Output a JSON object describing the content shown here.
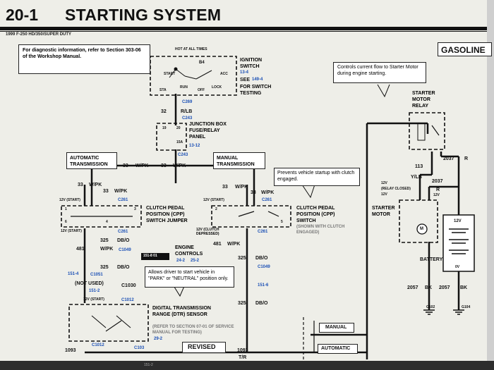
{
  "header": {
    "section_number": "20-1",
    "title": "STARTING SYSTEM",
    "vehicle": "1999 F-250 HD/350/SUPER DUTY",
    "engine_badge": "GASOLINE"
  },
  "notes": {
    "diagnostic": "For diagnostic information, refer to Section 303-06 of the Workshop Manual.",
    "starter_relay": "Controls current flow to Starter Motor during engine starting.",
    "clutch": "Prevents vehicle startup with clutch engaged.",
    "park_neutral": "Allows driver to start vehicle in \"PARK\" or \"NEUTRAL\" position only."
  },
  "ignition": {
    "hot_label": "HOT AT ALL TIMES",
    "name": "IGNITION SWITCH",
    "ref": "13-4",
    "see_prefix": "SEE",
    "see_ref": "149-4",
    "see_suffix": "FOR SWITCH TESTING",
    "b4": "B4",
    "start": "START",
    "acc": "ACC",
    "run": "RUN",
    "off": "OFF",
    "lock": "LOCK",
    "sta": "STA"
  },
  "junction": {
    "name": "JUNCTION BOX FUSE/RELAY PANEL",
    "ref": "13-12",
    "fuse_19": "19",
    "fuse_20": "20",
    "fuse_15a": "15A"
  },
  "wires": {
    "c269": "C269",
    "c243": "C243",
    "c243_b": "C243",
    "w32": "32",
    "rlb": "R/LB",
    "w33a": "33",
    "wpk_a": "W/PK",
    "w33b": "33",
    "wpk_b": "W/PK",
    "w33c": "33",
    "wpk_c": "W/PK",
    "w33d": "33",
    "wpk_d": "W/PK",
    "w33e": "33",
    "wpk_e": "W/PK",
    "w33f": "33",
    "wpk_f": "W/PK",
    "c261_a": "C261",
    "c261_b": "C261",
    "c261_c": "C261",
    "c261_d": "C261",
    "w325a": "325",
    "dbo_a": "DB/O",
    "w481": "481",
    "wpk_g": "W/PK",
    "c1049": "C1049",
    "w481b": "481",
    "wpk_h": "W/PK",
    "w325b": "325",
    "dbo_b": "DB/O",
    "c1049b": "C1049",
    "w325c": "325",
    "dbo_c": "DB/O",
    "w325d": "325",
    "dbo_d": "DB/O",
    "c1051": "C1051",
    "c1030": "C1030",
    "c1012": "C1012",
    "c1012b": "C1012",
    "c103": "C103",
    "w1093a": "1093",
    "w1093b": "1093",
    "tr": "T/R",
    "w113": "113",
    "ylb": "Y/LB",
    "w2037a": "2037",
    "r_a": "R",
    "w2037b": "2037",
    "r_b": "R",
    "w2057a": "2057",
    "bk_a": "BK",
    "w2057b": "2057",
    "bk_b": "BK",
    "g102": "G102",
    "g104": "G104",
    "ref_151_4": "151-4",
    "ref_151_6": "151-6",
    "ref_151_2": "151-2",
    "ref_24_2": "24-2",
    "ref_25_2": "25-2",
    "ref_29_2": "29-2"
  },
  "components": {
    "auto_trans": "AUTOMATIC TRANSMISSION",
    "man_trans": "MANUAL TRANSMISSION",
    "cpp_jumper": "CLUTCH PEDAL POSITION (CPP) SWITCH JUMPER",
    "cpp_switch": "CLUTCH PEDAL POSITION (CPP) SWITCH",
    "cpp_shown": "(SHOWN WITH CLUTCH ENGAGED)",
    "engine_controls": "ENGINE CONTROLS",
    "ref_151_8_01": "151-8 01",
    "not_used": "(NOT USED)",
    "dtr": "DIGITAL TRANSMISSION RANGE (DTR) SENSOR",
    "dtr_ref": "(REFER TO SECTION 07-01 OF SERVICE MANUAL FOR TESTING)",
    "relay": "STARTER MOTOR RELAY",
    "relay_12v": "12V",
    "relay_state": "(RELAY CLOSED)",
    "relay_12v_b": "12V",
    "motor": "STARTER MOTOR",
    "motor_m": "M",
    "battery": "BATTERY",
    "battery_12v": "12V",
    "battery_0v": "0V",
    "manual": "MANUAL",
    "automatic": "AUTOMATIC",
    "revised": "REVISED",
    "v12_start_a": "12V (START)",
    "v12_start_b": "12V (START)",
    "v12_start_c": "12V (START)",
    "v12_start_d": "12V (START)",
    "v12_clutch": "12V (CLUTCH DEPRESSED)",
    "n1": "1",
    "n2": "2",
    "n3": "3",
    "n4": "4",
    "n5": "5",
    "n6": "6",
    "page_ref": "151-2"
  }
}
